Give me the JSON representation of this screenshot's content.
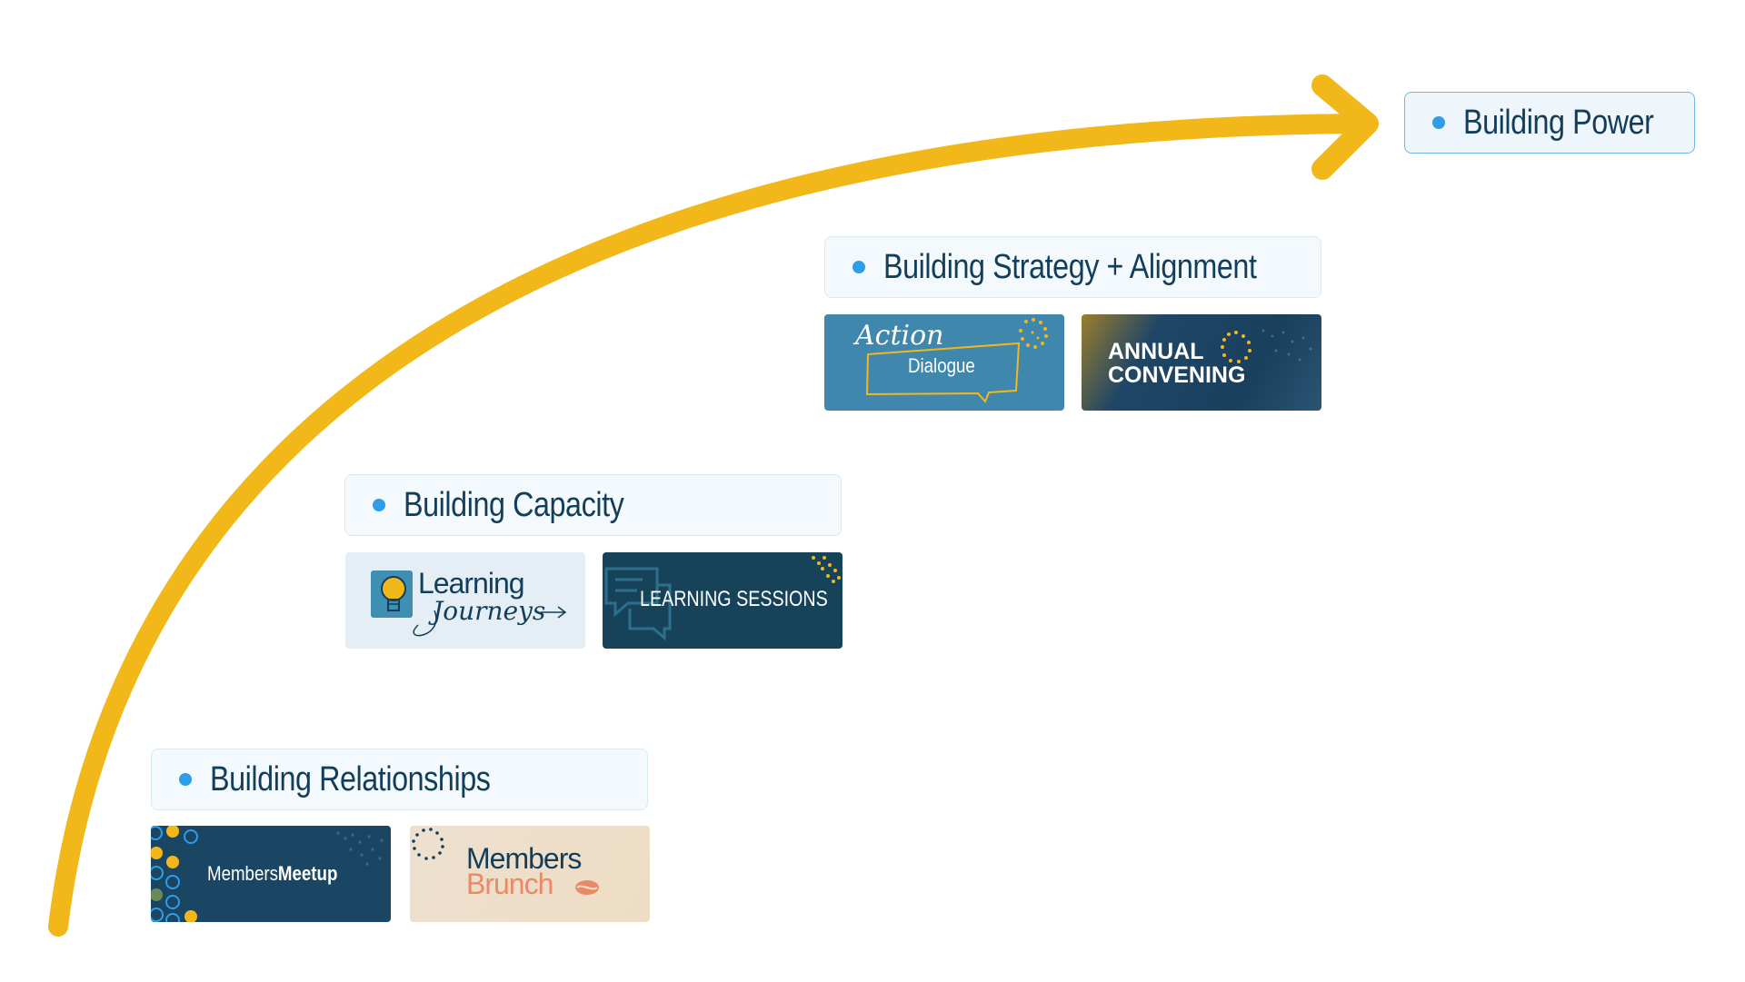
{
  "colors": {
    "arrow": "#f2b81a",
    "dot": "#2f9ee8",
    "navy": "#123e5a",
    "text": "#123e5a"
  },
  "stages": [
    {
      "id": "power",
      "label": "Building Power",
      "programs": []
    },
    {
      "id": "strategy",
      "label": "Building Strategy + Alignment",
      "programs": [
        {
          "id": "action-dialogue",
          "line1": "Action",
          "line2": "Dialogue"
        },
        {
          "id": "annual-convening",
          "line1": "ANNUAL",
          "line2": "CONVENING"
        }
      ]
    },
    {
      "id": "capacity",
      "label": "Building Capacity",
      "programs": [
        {
          "id": "learning-journeys",
          "line1": "Learning",
          "line2": "Journeys"
        },
        {
          "id": "learning-sessions",
          "line1": "LEARNING SESSIONS"
        }
      ]
    },
    {
      "id": "relationships",
      "label": "Building Relationships",
      "programs": [
        {
          "id": "members-meetup",
          "line1": "Members",
          "line2": "Meetup"
        },
        {
          "id": "members-brunch",
          "line1": "Members",
          "line2": "Brunch"
        }
      ]
    }
  ]
}
